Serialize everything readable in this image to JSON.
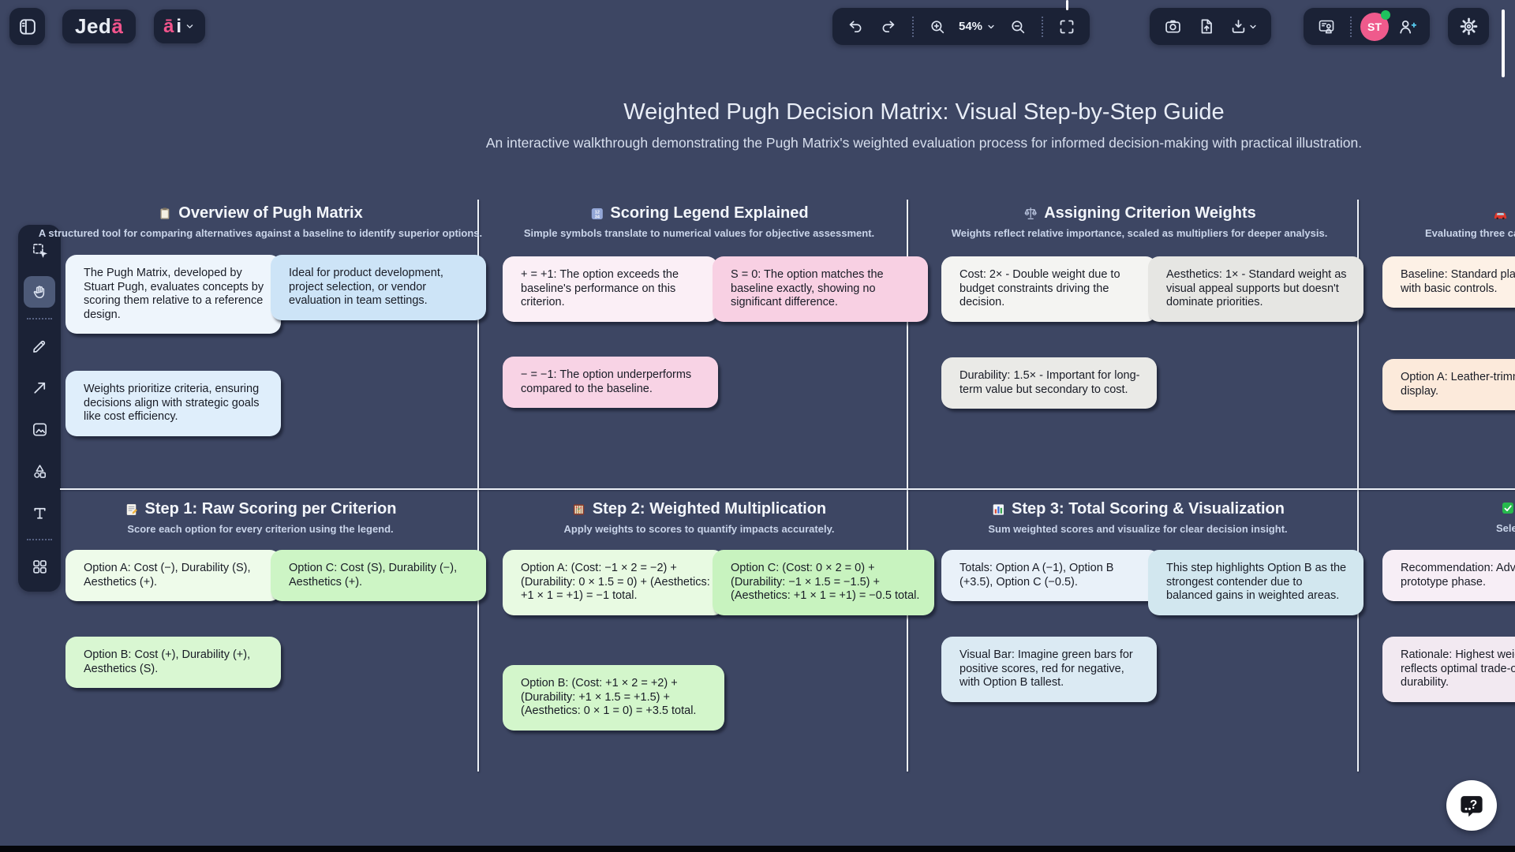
{
  "header": {
    "logo": {
      "main": "Jed",
      "accent": "ā"
    },
    "ai_menu": {
      "accent": "ā",
      "main": "i"
    },
    "zoom_level": "54%",
    "avatar_initials": "ST"
  },
  "tools": {
    "items": [
      "select",
      "hand",
      "pencil",
      "arrow",
      "image",
      "shapes",
      "text",
      "apps"
    ],
    "active": "hand"
  },
  "board": {
    "title": "Weighted Pugh Decision Matrix: Visual Step-by-Step Guide",
    "subtitle": "An interactive walkthrough demonstrating the Pugh Matrix's weighted evaluation process for informed decision-making with practical illustration.",
    "sections": [
      {
        "icon": "clipboard",
        "title": "Overview of Pugh Matrix",
        "subtitle": "A structured tool for comparing alternatives against a baseline to identify superior options.",
        "notes": [
          {
            "text": "The Pugh Matrix, developed by Stuart Pugh, evaluates concepts by scoring them relative to a reference design.",
            "color": "#eef5fc"
          },
          {
            "text": "Ideal for product development, project selection, or vendor evaluation in team settings.",
            "color": "#cde4f7"
          },
          {
            "text": "Weights prioritize criteria, ensuring decisions align with strategic goals like cost efficiency.",
            "color": "#dfeefb"
          }
        ]
      },
      {
        "icon": "input-numbers",
        "title": "Scoring Legend Explained",
        "subtitle": "Simple symbols translate to numerical values for objective assessment.",
        "notes": [
          {
            "text": "+ = +1: The option exceeds the baseline's performance on this criterion.",
            "color": "#fbeff6"
          },
          {
            "text": "S = 0: The option matches the baseline exactly, showing no significant difference.",
            "color": "#f8d0e3"
          },
          {
            "text": "− = −1: The option underperforms compared to the baseline.",
            "color": "#f8d3e5"
          }
        ]
      },
      {
        "icon": "balance-scale",
        "title": "Assigning Criterion Weights",
        "subtitle": "Weights reflect relative importance, scaled as multipliers for deeper analysis.",
        "notes": [
          {
            "text": "Cost: 2× - Double weight due to budget constraints driving the decision.",
            "color": "#f4f4f2"
          },
          {
            "text": "Aesthetics: 1× - Standard weight as visual appeal supports but doesn't dominate priorities.",
            "color": "#e6e6e3"
          },
          {
            "text": "Durability: 1.5× - Important for long-term value but secondary to cost.",
            "color": "#eaeae7"
          }
        ]
      },
      {
        "icon": "car",
        "subtitle": "Evaluating three car das",
        "notes": [
          {
            "text": "Baseline: Standard plastic dashboard with basic controls.",
            "color": "#fdf1e6"
          },
          {
            "text": "Option A: Leather-trimmed digital display.",
            "color": "#fceadb"
          }
        ]
      },
      {
        "icon": "memo",
        "title": "Step 1: Raw Scoring per Criterion",
        "subtitle": "Score each option for every criterion using the legend.",
        "notes": [
          {
            "text": "Option A: Cost (−), Durability (S), Aesthetics (+).",
            "color": "#eefbea"
          },
          {
            "text": "Option C: Cost (S), Durability (−), Aesthetics (+).",
            "color": "#cdf5c5"
          },
          {
            "text": "Option B: Cost (+), Durability (+), Aesthetics (S).",
            "color": "#d9f7d2"
          }
        ]
      },
      {
        "icon": "abacus",
        "title": "Step 2: Weighted Multiplication",
        "subtitle": "Apply weights to scores to quantify impacts accurately.",
        "notes": [
          {
            "text": "Option A: (Cost: −1 × 2 = −2) + (Durability: 0 × 1.5 = 0) + (Aesthetics: +1 × 1 = +1) = −1 total.",
            "color": "#e8fae2"
          },
          {
            "text": "Option C: (Cost: 0 × 2 = 0) + (Durability: −1 × 1.5 = −1.5) + (Aesthetics: +1 × 1 = +1) = −0.5 total.",
            "color": "#c8f3bf"
          },
          {
            "text": "Option B: (Cost: +1 × 2 = +2) + (Durability: +1 × 1.5 = +1.5) + (Aesthetics: 0 × 1 = 0) = +3.5 total.",
            "color": "#d3f6cb"
          }
        ]
      },
      {
        "icon": "bar-chart",
        "title": "Step 3: Total Scoring & Visualization",
        "subtitle": "Sum weighted scores and visualize for clear decision insight.",
        "notes": [
          {
            "text": "Totals: Option A (−1), Option B (+3.5), Option C (−0.5).",
            "color": "#e9f1f9"
          },
          {
            "text": "This step highlights Option B as the strongest contender due to balanced gains in weighted areas.",
            "color": "#d2e7ef"
          },
          {
            "text": "Visual Bar: Imagine green bars for positive scores, red for negative, with Option B tallest.",
            "color": "#dbeaf3"
          }
        ]
      },
      {
        "icon": "check-mark",
        "subtitle": "Selec",
        "notes": [
          {
            "text": "Recommendation: Advance Option B to prototype phase.",
            "color": "#f7eef6"
          },
          {
            "text": "Rationale: Highest weighted total reflects optimal trade-offs in cost and durability.",
            "color": "#f2e9f1"
          }
        ]
      }
    ]
  },
  "help": {
    "label": "?"
  },
  "colors": {
    "background": "#3d4663",
    "toolbar": "#1b2236",
    "accent_pink": "#f2548c",
    "avatar_pink": "#ef5a8c",
    "online_green": "#1fc15e",
    "invite_plus_blue": "#55c8ec",
    "grid_line": "#edf1f7"
  }
}
